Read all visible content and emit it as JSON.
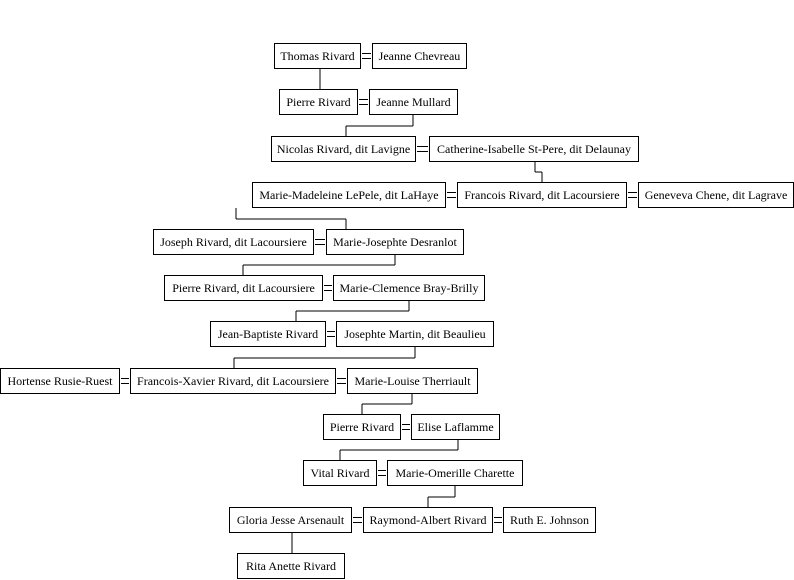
{
  "people": {
    "thomas_rivard": "Thomas Rivard",
    "jeanne_chevreau": "Jeanne Chevreau",
    "pierre_rivard_1": "Pierre Rivard",
    "jeanne_mullard": "Jeanne Mullard",
    "nicolas_rivard": "Nicolas Rivard, dit Lavigne",
    "catherine_isabelle": "Catherine-Isabelle St-Pere, dit Delaunay",
    "marie_madeleine": "Marie-Madeleine LePele, dit LaHaye",
    "francois_rivard": "Francois Rivard, dit Lacoursiere",
    "geneveva_chene": "Geneveva Chene, dit Lagrave",
    "joseph_rivard": "Joseph Rivard, dit Lacoursiere",
    "marie_josephte": "Marie-Josephte Desranlot",
    "pierre_rivard_2": "Pierre Rivard, dit Lacoursiere",
    "marie_clemence": "Marie-Clemence Bray-Brilly",
    "jean_baptiste": "Jean-Baptiste Rivard",
    "josephte_martin": "Josephte Martin, dit Beaulieu",
    "hortense": "Hortense Rusie-Ruest",
    "francois_xavier": "Francois-Xavier Rivard, dit Lacoursiere",
    "marie_louise": "Marie-Louise Therriault",
    "pierre_rivard_3": "Pierre Rivard",
    "elise": "Elise Laflamme",
    "vital_rivard": "Vital Rivard",
    "marie_omerille": "Marie-Omerille Charette",
    "gloria": "Gloria Jesse Arsenault",
    "raymond": "Raymond-Albert Rivard",
    "ruth": "Ruth E. Johnson",
    "rita": "Rita Anette Rivard"
  }
}
